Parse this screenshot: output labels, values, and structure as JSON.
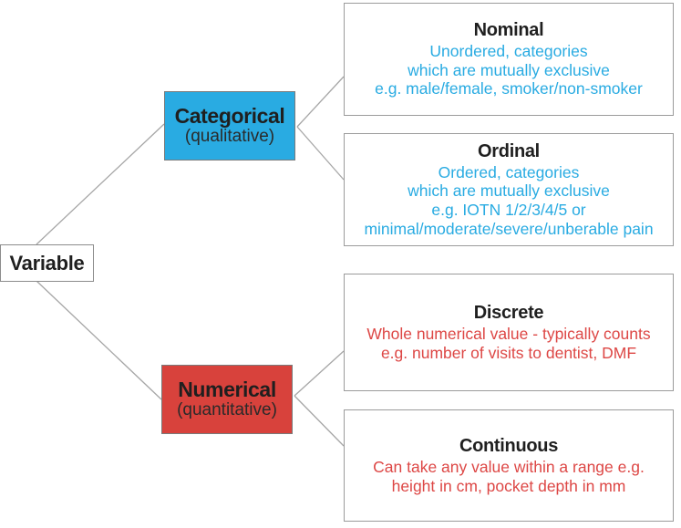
{
  "colors": {
    "blue": "#29ABE2",
    "red": "#D8423C",
    "blue_text": "#29ABE2",
    "red_text": "#DD4745",
    "line": "#A6A6A6"
  },
  "root": {
    "label": "Variable"
  },
  "branches": [
    {
      "label": "Categorical",
      "sublabel": "(qualitative)",
      "leaves": [
        {
          "title": "Nominal",
          "lines": [
            "Unordered, categories",
            "which are mutually exclusive",
            "e.g. male/female, smoker/non-smoker"
          ]
        },
        {
          "title": "Ordinal",
          "lines": [
            "Ordered, categories",
            "which are mutually exclusive",
            "e.g. IOTN 1/2/3/4/5 or",
            "minimal/moderate/severe/unberable pain"
          ]
        }
      ]
    },
    {
      "label": "Numerical",
      "sublabel": "(quantitative)",
      "leaves": [
        {
          "title": "Discrete",
          "lines": [
            "Whole numerical value - typically counts",
            "e.g. number of visits to dentist, DMF"
          ]
        },
        {
          "title": "Continuous",
          "lines": [
            "Can take any value within a range e.g.",
            "height in cm, pocket depth in mm"
          ]
        }
      ]
    }
  ]
}
